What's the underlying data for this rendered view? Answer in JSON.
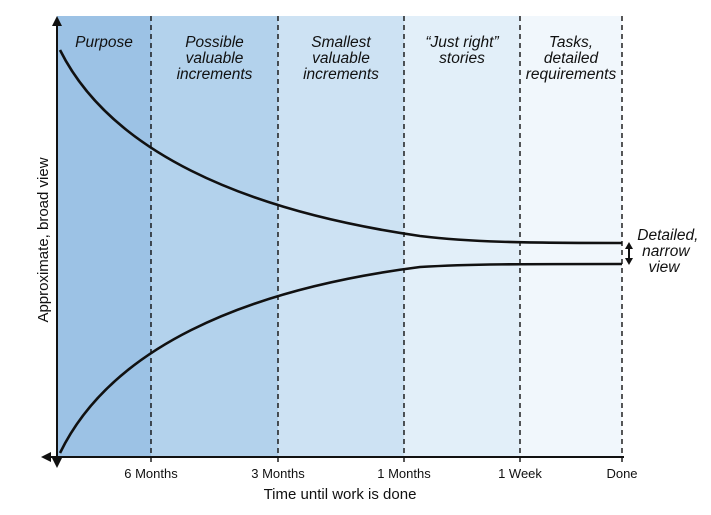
{
  "bands": [
    {
      "lines": [
        "Purpose"
      ],
      "color": "#9cc2e5"
    },
    {
      "lines": [
        "Possible",
        "valuable",
        "increments"
      ],
      "color": "#b3d2ec"
    },
    {
      "lines": [
        "Smallest",
        "valuable",
        "increments"
      ],
      "color": "#cde2f3"
    },
    {
      "lines": [
        "“Just right”",
        "stories"
      ],
      "color": "#e2eff9"
    },
    {
      "lines": [
        "Tasks,",
        "detailed",
        "requirements"
      ],
      "color": "#f1f7fc"
    }
  ],
  "ticks": [
    "6 Months",
    "3 Months",
    "1 Months",
    "1 Week",
    "Done"
  ],
  "x_axis_title": "Time until work is done",
  "y_axis_title": "Approximate, broad view",
  "end_label_lines": [
    "Detailed,",
    "narrow",
    "view"
  ]
}
